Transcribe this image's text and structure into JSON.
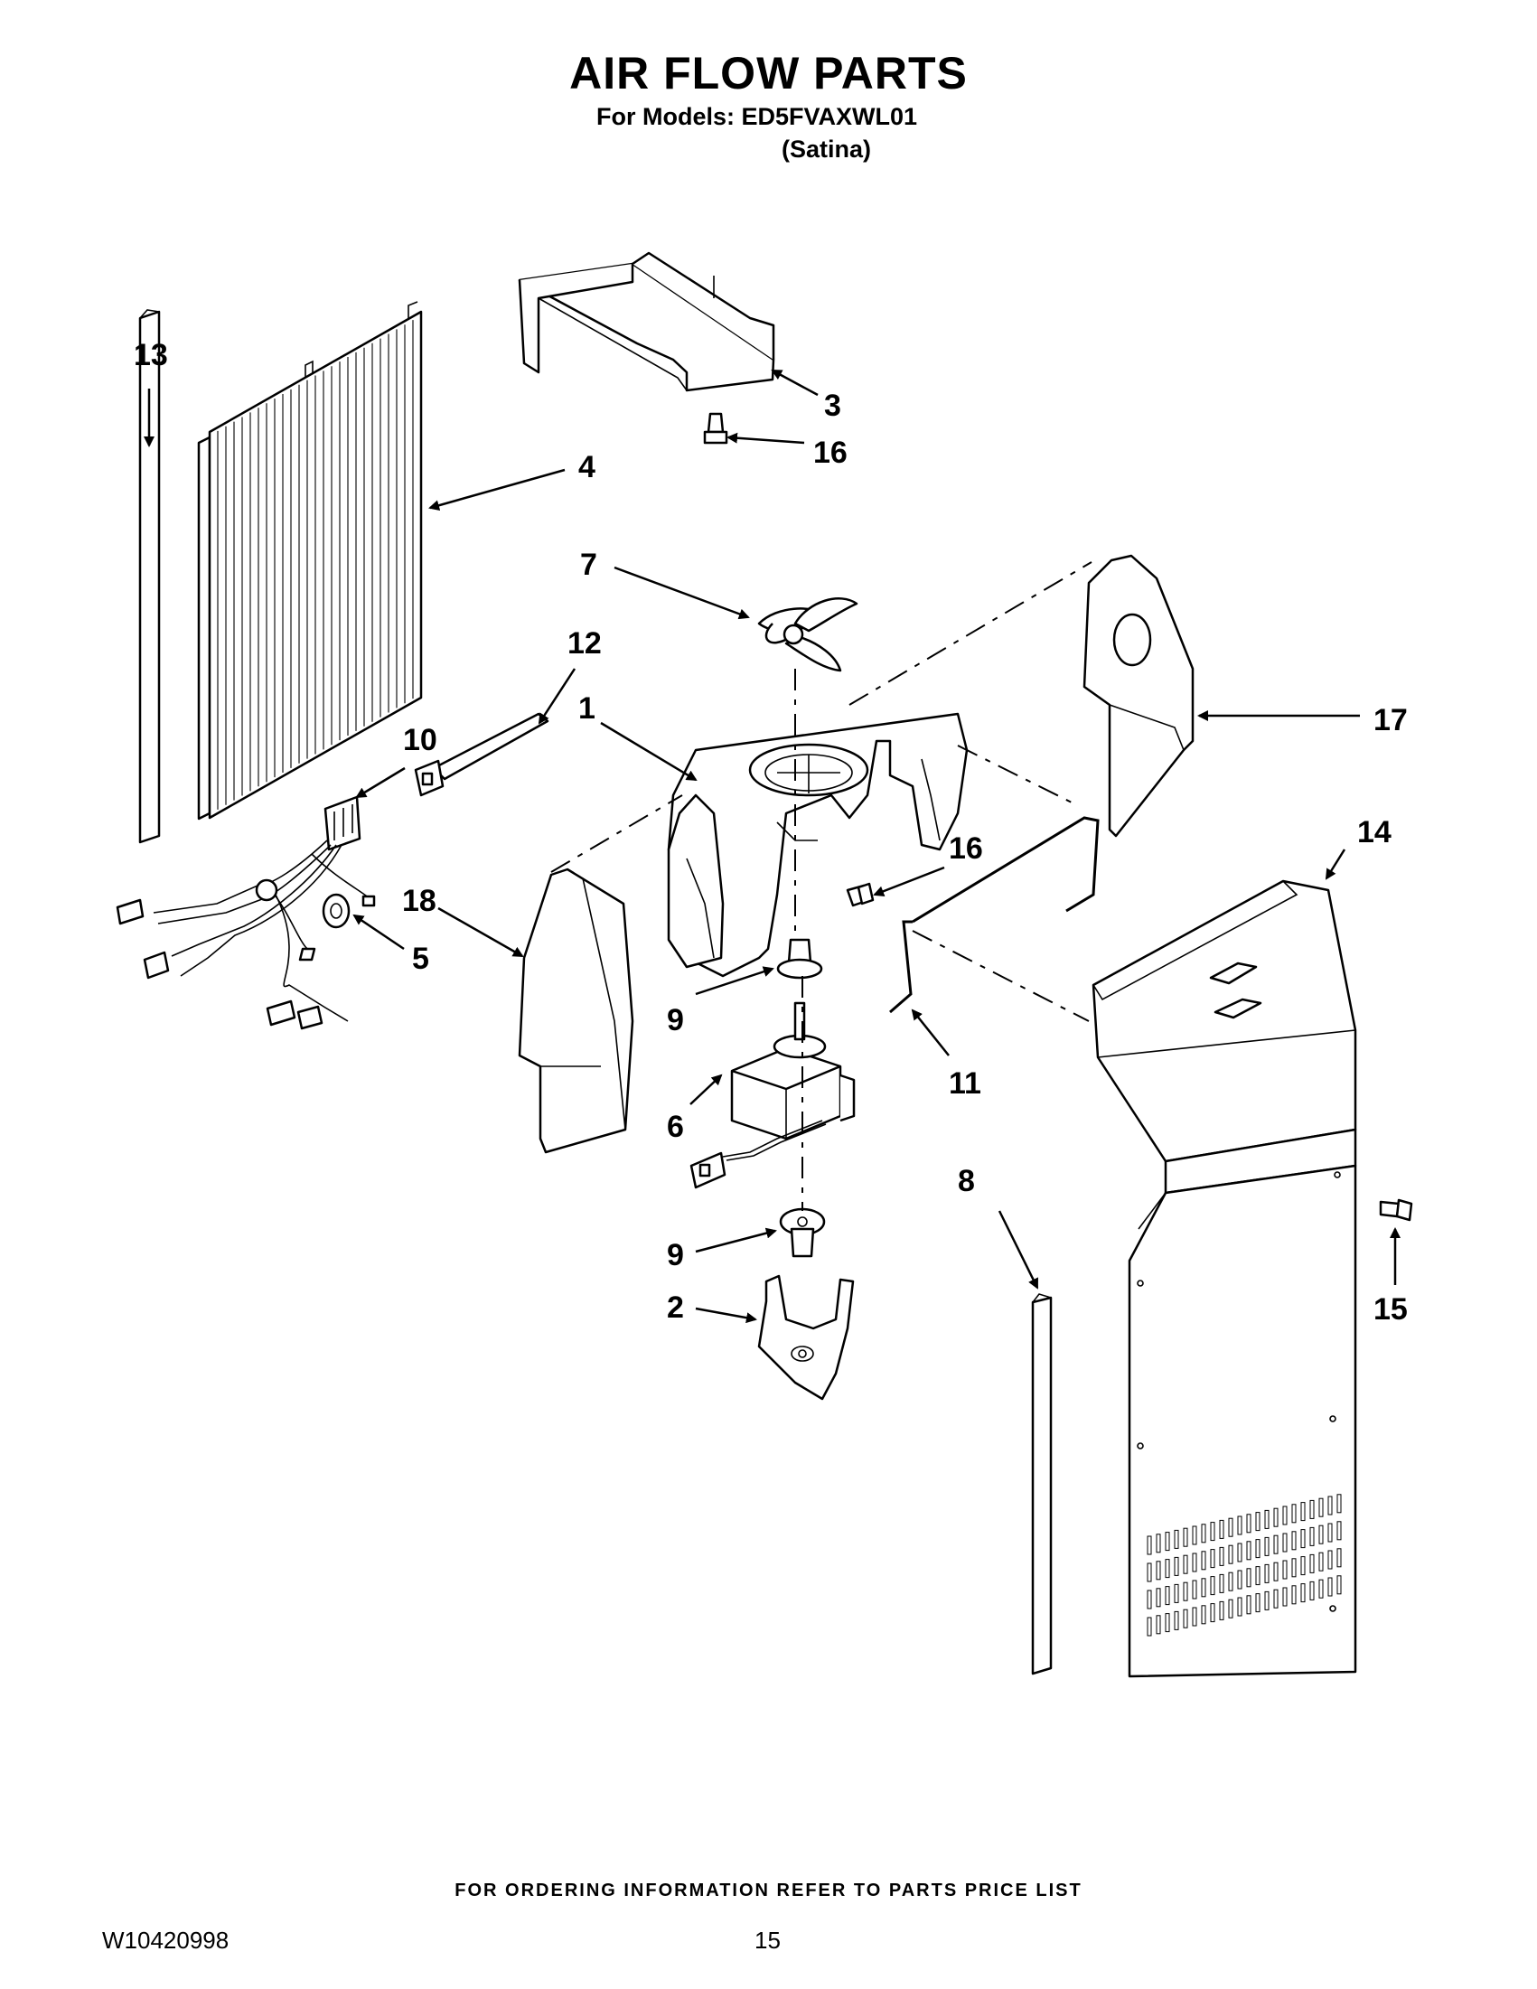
{
  "header": {
    "title": "AIR FLOW PARTS",
    "models_line": "For Models: ED5FVAXWL01",
    "variant_line": "(Satina)"
  },
  "footer": {
    "ordering_note": "FOR ORDERING INFORMATION REFER TO PARTS PRICE LIST",
    "document_number": "W10420998",
    "page_number": "15"
  },
  "callouts": [
    {
      "id": "c13",
      "label": "13"
    },
    {
      "id": "c4",
      "label": "4"
    },
    {
      "id": "c3",
      "label": "3"
    },
    {
      "id": "c16a",
      "label": "16"
    },
    {
      "id": "c7",
      "label": "7"
    },
    {
      "id": "c12",
      "label": "12"
    },
    {
      "id": "c1",
      "label": "1"
    },
    {
      "id": "c10",
      "label": "10"
    },
    {
      "id": "c17",
      "label": "17"
    },
    {
      "id": "c16b",
      "label": "16"
    },
    {
      "id": "c14",
      "label": "14"
    },
    {
      "id": "c18",
      "label": "18"
    },
    {
      "id": "c5",
      "label": "5"
    },
    {
      "id": "c9a",
      "label": "9"
    },
    {
      "id": "c11",
      "label": "11"
    },
    {
      "id": "c6",
      "label": "6"
    },
    {
      "id": "c8",
      "label": "8"
    },
    {
      "id": "c9b",
      "label": "9"
    },
    {
      "id": "c15",
      "label": "15"
    },
    {
      "id": "c2",
      "label": "2"
    }
  ]
}
